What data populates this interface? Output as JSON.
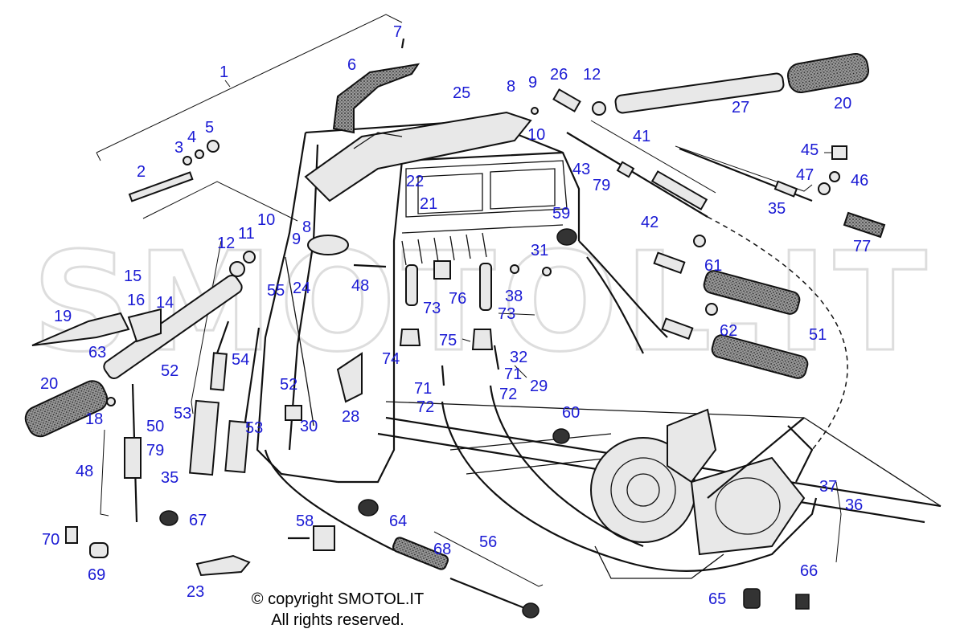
{
  "watermark": "SMOTOL.IT",
  "copyright": {
    "line1": "© copyright SMOTOL.IT",
    "line2": "All rights reserved."
  },
  "labels": [
    {
      "id": "1",
      "text": "1"
    },
    {
      "id": "2",
      "text": "2"
    },
    {
      "id": "3",
      "text": "3"
    },
    {
      "id": "4",
      "text": "4"
    },
    {
      "id": "5",
      "text": "5"
    },
    {
      "id": "6",
      "text": "6"
    },
    {
      "id": "7",
      "text": "7"
    },
    {
      "id": "8a",
      "text": "8"
    },
    {
      "id": "9a",
      "text": "9"
    },
    {
      "id": "26",
      "text": "26"
    },
    {
      "id": "12a",
      "text": "12"
    },
    {
      "id": "25",
      "text": "25"
    },
    {
      "id": "10a",
      "text": "10"
    },
    {
      "id": "27",
      "text": "27"
    },
    {
      "id": "20a",
      "text": "20"
    },
    {
      "id": "41",
      "text": "41"
    },
    {
      "id": "45",
      "text": "45"
    },
    {
      "id": "47",
      "text": "47"
    },
    {
      "id": "46",
      "text": "46"
    },
    {
      "id": "43",
      "text": "43"
    },
    {
      "id": "79a",
      "text": "79"
    },
    {
      "id": "22",
      "text": "22"
    },
    {
      "id": "21",
      "text": "21"
    },
    {
      "id": "42",
      "text": "42"
    },
    {
      "id": "35a",
      "text": "35"
    },
    {
      "id": "77",
      "text": "77"
    },
    {
      "id": "59",
      "text": "59"
    },
    {
      "id": "10b",
      "text": "10"
    },
    {
      "id": "8b",
      "text": "8"
    },
    {
      "id": "11",
      "text": "11"
    },
    {
      "id": "9b",
      "text": "9"
    },
    {
      "id": "12b",
      "text": "12"
    },
    {
      "id": "31",
      "text": "31"
    },
    {
      "id": "61",
      "text": "61"
    },
    {
      "id": "15",
      "text": "15"
    },
    {
      "id": "55",
      "text": "55"
    },
    {
      "id": "24",
      "text": "24"
    },
    {
      "id": "48a",
      "text": "48"
    },
    {
      "id": "38",
      "text": "38"
    },
    {
      "id": "76",
      "text": "76"
    },
    {
      "id": "16",
      "text": "16"
    },
    {
      "id": "14",
      "text": "14"
    },
    {
      "id": "73a",
      "text": "73"
    },
    {
      "id": "73b",
      "text": "73"
    },
    {
      "id": "19",
      "text": "19"
    },
    {
      "id": "62",
      "text": "62"
    },
    {
      "id": "51",
      "text": "51"
    },
    {
      "id": "63",
      "text": "63"
    },
    {
      "id": "54",
      "text": "54"
    },
    {
      "id": "75",
      "text": "75"
    },
    {
      "id": "74",
      "text": "74"
    },
    {
      "id": "32",
      "text": "32"
    },
    {
      "id": "52a",
      "text": "52"
    },
    {
      "id": "71a",
      "text": "71"
    },
    {
      "id": "71b",
      "text": "71"
    },
    {
      "id": "29",
      "text": "29"
    },
    {
      "id": "20b",
      "text": "20"
    },
    {
      "id": "52b",
      "text": "52"
    },
    {
      "id": "72a",
      "text": "72"
    },
    {
      "id": "72b",
      "text": "72"
    },
    {
      "id": "53a",
      "text": "53"
    },
    {
      "id": "18",
      "text": "18"
    },
    {
      "id": "50",
      "text": "50"
    },
    {
      "id": "28",
      "text": "28"
    },
    {
      "id": "30",
      "text": "30"
    },
    {
      "id": "60",
      "text": "60"
    },
    {
      "id": "53b",
      "text": "53"
    },
    {
      "id": "79b",
      "text": "79"
    },
    {
      "id": "48b",
      "text": "48"
    },
    {
      "id": "35b",
      "text": "35"
    },
    {
      "id": "37",
      "text": "37"
    },
    {
      "id": "36",
      "text": "36"
    },
    {
      "id": "67",
      "text": "67"
    },
    {
      "id": "64",
      "text": "64"
    },
    {
      "id": "58",
      "text": "58"
    },
    {
      "id": "70",
      "text": "70"
    },
    {
      "id": "56",
      "text": "56"
    },
    {
      "id": "68",
      "text": "68"
    },
    {
      "id": "69",
      "text": "69"
    },
    {
      "id": "66",
      "text": "66"
    },
    {
      "id": "23",
      "text": "23"
    },
    {
      "id": "65",
      "text": "65"
    }
  ]
}
